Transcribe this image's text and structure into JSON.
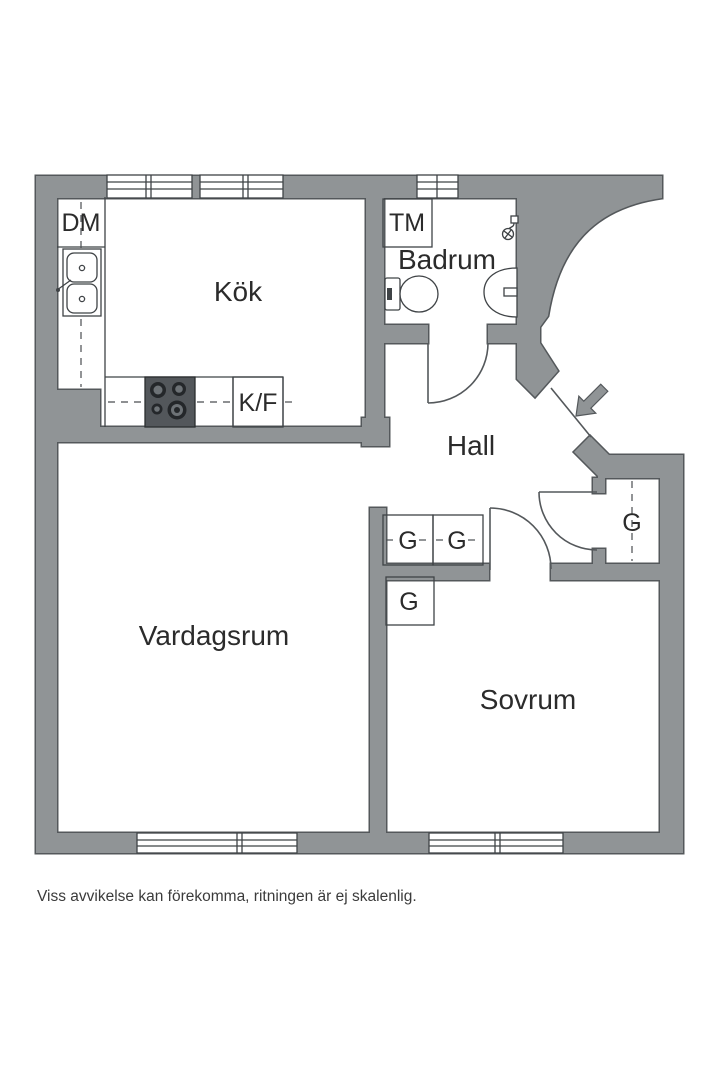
{
  "plan": {
    "rooms": {
      "kitchen": "Kök",
      "bathroom": "Badrum",
      "hall": "Hall",
      "living_room": "Vardagsrum",
      "bedroom": "Sovrum"
    },
    "labels": {
      "dishwasher": "DM",
      "washing_machine": "TM",
      "fridge_freezer": "K/F",
      "wardrobe": "G"
    },
    "colors": {
      "wall": "#909496",
      "wall_outline": "#54585b",
      "detail_line": "#3f4346",
      "text": "#2b2b2b",
      "stove": "#53575b",
      "floor": "#ffffff"
    }
  },
  "footer": {
    "disclaimer": "Viss avvikelse kan förekomma, ritningen är ej skalenlig."
  }
}
